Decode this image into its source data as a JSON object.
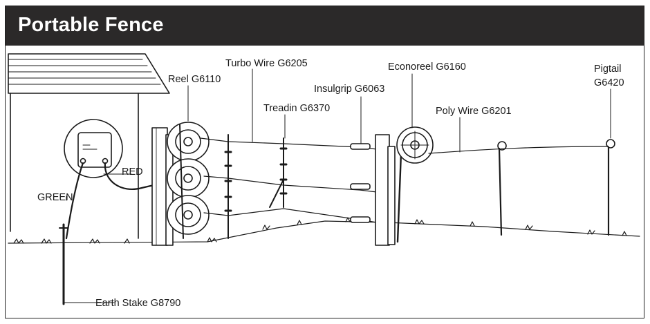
{
  "title": "Portable Fence",
  "labels": {
    "reel": "Reel G6110",
    "turbo_wire": "Turbo Wire G6205",
    "treadin": "Treadin G6370",
    "insulgrip": "Insulgrip G6063",
    "econoreel": "Econoreel G6160",
    "poly_wire": "Poly Wire G6201",
    "pigtail_line1": "Pigtail",
    "pigtail_line2": "G6420",
    "red": "RED",
    "green": "GREEN",
    "earth_stake": "Earth Stake G8790"
  },
  "colors": {
    "title_bar": "#2b2929",
    "title_text": "#ffffff",
    "line": "#1a1a1a"
  }
}
